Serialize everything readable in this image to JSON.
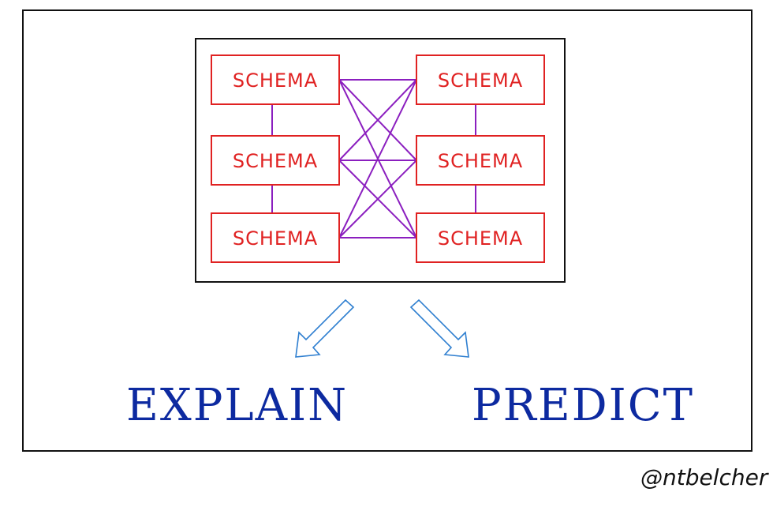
{
  "colors": {
    "frame": "#111111",
    "schema": "#e02222",
    "link": "#8b1fbf",
    "arrow": "#2f7fd0",
    "word": "#0d2aa0",
    "credit": "#111111"
  },
  "schemas": {
    "left": [
      "SCHEMA",
      "SCHEMA",
      "SCHEMA"
    ],
    "right": [
      "SCHEMA",
      "SCHEMA",
      "SCHEMA"
    ]
  },
  "outputs": {
    "left_label": "EXPLAIN",
    "right_label": "PREDICT"
  },
  "credit": "@ntbelcher",
  "icons": {
    "left_arrow": "hollow-arrow-down-left-icon",
    "right_arrow": "hollow-arrow-down-right-icon"
  }
}
